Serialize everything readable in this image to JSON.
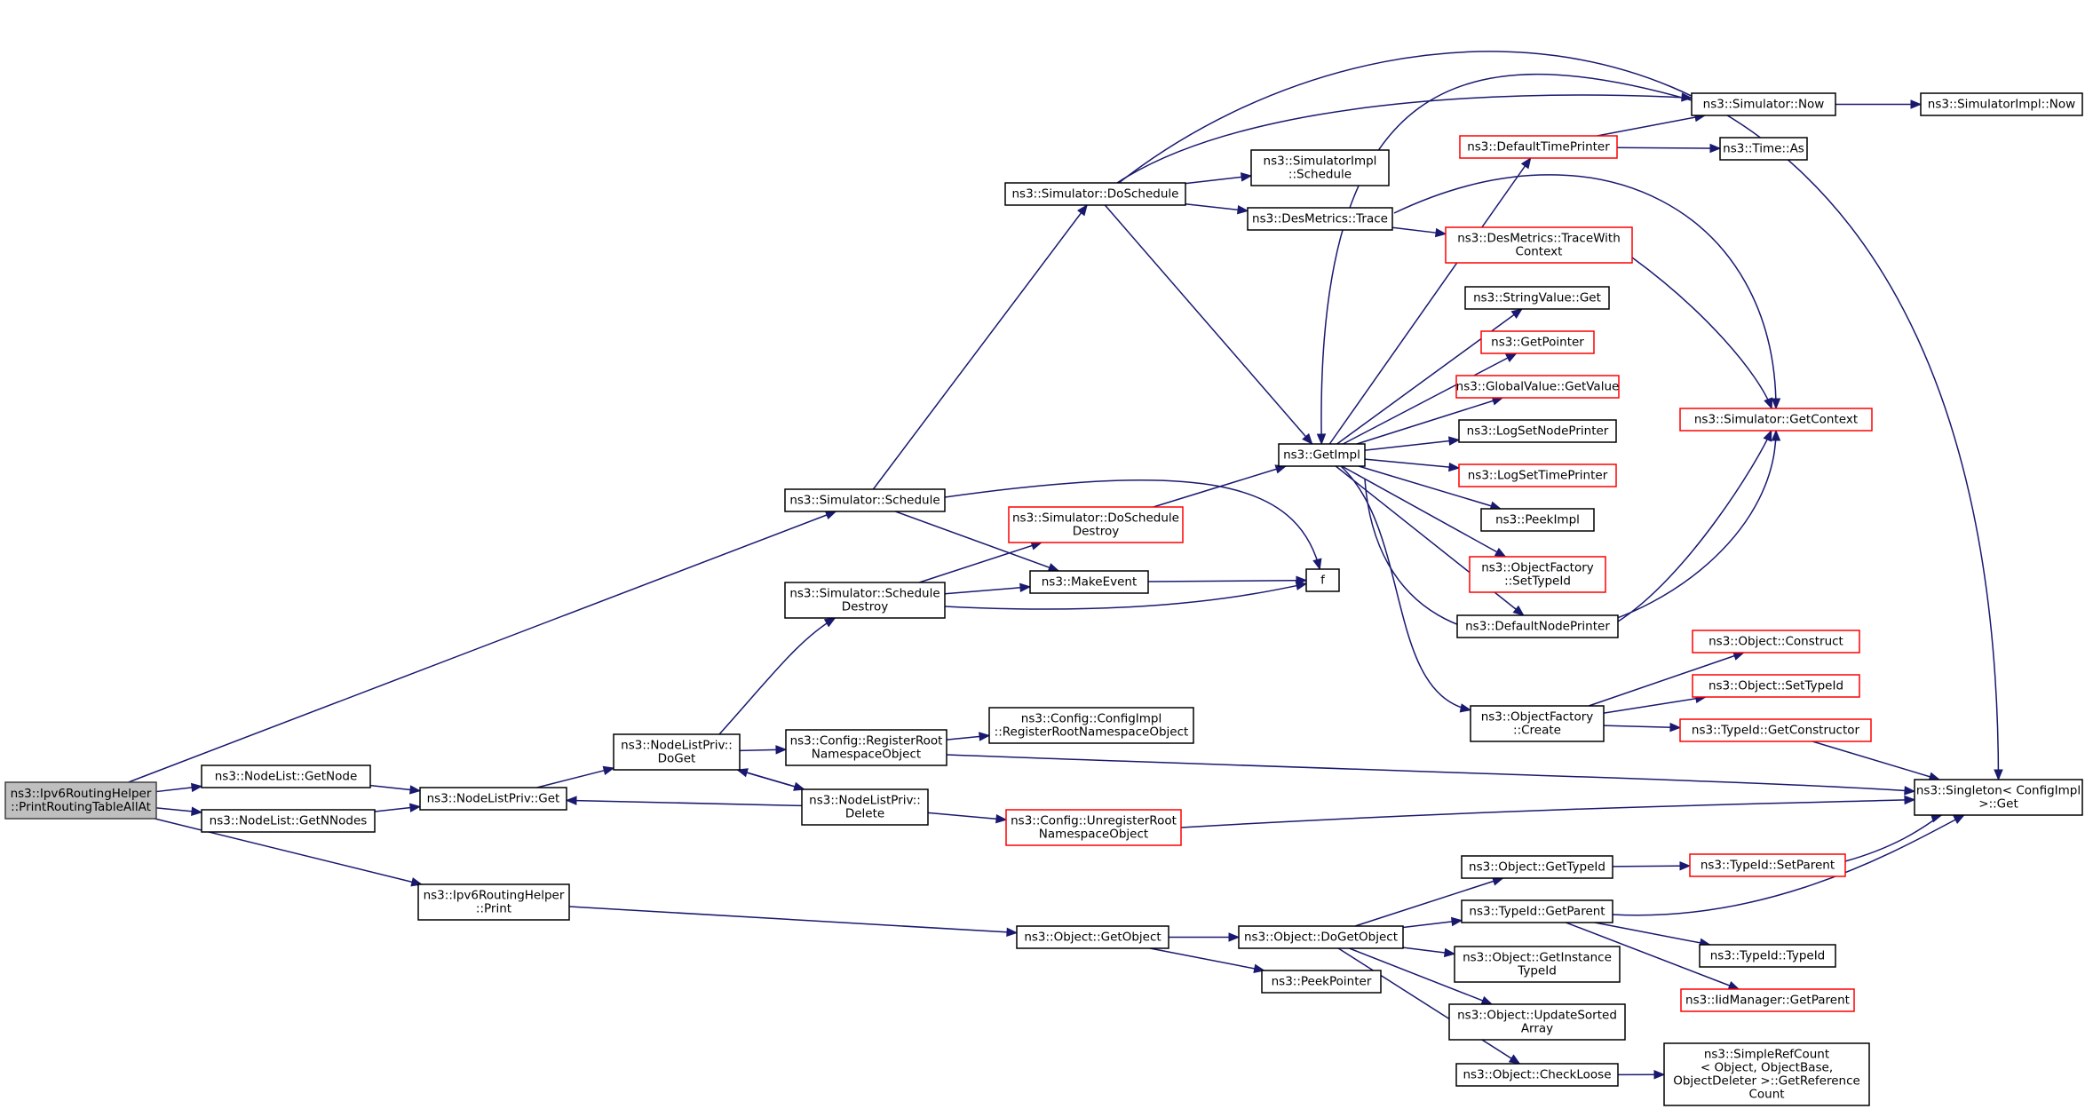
{
  "graph": {
    "title": "",
    "nodes": [
      {
        "id": "root",
        "lines": [
          "ns3::Ipv6RoutingHelper",
          "::PrintRoutingTableAllAt"
        ],
        "root": true
      },
      {
        "id": "getnode",
        "lines": [
          "ns3::NodeList::GetNode"
        ]
      },
      {
        "id": "getnnodes",
        "lines": [
          "ns3::NodeList::GetNNodes"
        ]
      },
      {
        "id": "nlget",
        "lines": [
          "ns3::NodeListPriv::Get"
        ]
      },
      {
        "id": "doget",
        "lines": [
          "ns3::NodeListPriv::",
          "DoGet"
        ]
      },
      {
        "id": "nldelete",
        "lines": [
          "ns3::NodeListPriv::",
          "Delete"
        ]
      },
      {
        "id": "regroot",
        "lines": [
          "ns3::Config::RegisterRoot",
          "NamespaceObject"
        ]
      },
      {
        "id": "configimpl",
        "lines": [
          "ns3::Config::ConfigImpl",
          "::RegisterRootNamespaceObject"
        ]
      },
      {
        "id": "unregroot",
        "lines": [
          "ns3::Config::UnregisterRoot",
          "NamespaceObject"
        ],
        "truncated": true
      },
      {
        "id": "print",
        "lines": [
          "ns3::Ipv6RoutingHelper",
          "::Print"
        ]
      },
      {
        "id": "schedule",
        "lines": [
          "ns3::Simulator::Schedule"
        ]
      },
      {
        "id": "schedDestroy",
        "lines": [
          "ns3::Simulator::Schedule",
          "Destroy"
        ]
      },
      {
        "id": "doSchedule",
        "lines": [
          "ns3::Simulator::DoSchedule"
        ]
      },
      {
        "id": "doSchedDestroy",
        "lines": [
          "ns3::Simulator::DoSchedule",
          "Destroy"
        ],
        "truncated": true
      },
      {
        "id": "makeEvent",
        "lines": [
          "ns3::MakeEvent"
        ]
      },
      {
        "id": "f",
        "lines": [
          "f"
        ]
      },
      {
        "id": "simImplSchedule",
        "lines": [
          "ns3::SimulatorImpl",
          "::Schedule"
        ]
      },
      {
        "id": "desTrace",
        "lines": [
          "ns3::DesMetrics::Trace"
        ]
      },
      {
        "id": "getImpl",
        "lines": [
          "ns3::GetImpl"
        ]
      },
      {
        "id": "simNow",
        "lines": [
          "ns3::Simulator::Now"
        ]
      },
      {
        "id": "simImplNow",
        "lines": [
          "ns3::SimulatorImpl::Now"
        ]
      },
      {
        "id": "defTimePrinter",
        "lines": [
          "ns3::DefaultTimePrinter"
        ],
        "truncated": true
      },
      {
        "id": "timeAs",
        "lines": [
          "ns3::Time::As"
        ]
      },
      {
        "id": "traceWithCtx",
        "lines": [
          "ns3::DesMetrics::TraceWith",
          "Context"
        ],
        "truncated": true
      },
      {
        "id": "strValGet",
        "lines": [
          "ns3::StringValue::Get"
        ]
      },
      {
        "id": "getPointer",
        "lines": [
          "ns3::GetPointer"
        ],
        "truncated": true
      },
      {
        "id": "globalVal",
        "lines": [
          "ns3::GlobalValue::GetValue"
        ],
        "truncated": true
      },
      {
        "id": "logSetNode",
        "lines": [
          "ns3::LogSetNodePrinter"
        ]
      },
      {
        "id": "logSetTime",
        "lines": [
          "ns3::LogSetTimePrinter"
        ],
        "truncated": true
      },
      {
        "id": "peekImpl",
        "lines": [
          "ns3::PeekImpl"
        ]
      },
      {
        "id": "ofSetTypeId",
        "lines": [
          "ns3::ObjectFactory",
          "::SetTypeId"
        ],
        "truncated": true
      },
      {
        "id": "defNodePrinter",
        "lines": [
          "ns3::DefaultNodePrinter"
        ]
      },
      {
        "id": "ofCreate",
        "lines": [
          "ns3::ObjectFactory",
          "::Create"
        ]
      },
      {
        "id": "simGetCtx",
        "lines": [
          "ns3::Simulator::GetContext"
        ],
        "truncated": true
      },
      {
        "id": "objConstruct",
        "lines": [
          "ns3::Object::Construct"
        ],
        "truncated": true
      },
      {
        "id": "objSetTypeId",
        "lines": [
          "ns3::Object::SetTypeId"
        ],
        "truncated": true
      },
      {
        "id": "typeGetCtor",
        "lines": [
          "ns3::TypeId::GetConstructor"
        ],
        "truncated": true
      },
      {
        "id": "singleton",
        "lines": [
          "ns3::Singleton< ConfigImpl",
          ">::Get"
        ]
      },
      {
        "id": "objGetObject",
        "lines": [
          "ns3::Object::GetObject"
        ]
      },
      {
        "id": "objDoGetObject",
        "lines": [
          "ns3::Object::DoGetObject"
        ]
      },
      {
        "id": "peekPointer",
        "lines": [
          "ns3::PeekPointer"
        ]
      },
      {
        "id": "objGetTypeId",
        "lines": [
          "ns3::Object::GetTypeId"
        ]
      },
      {
        "id": "typeSetParent",
        "lines": [
          "ns3::TypeId::SetParent"
        ],
        "truncated": true
      },
      {
        "id": "typeGetParent",
        "lines": [
          "ns3::TypeId::GetParent"
        ]
      },
      {
        "id": "typeTypeId",
        "lines": [
          "ns3::TypeId::TypeId"
        ]
      },
      {
        "id": "iidGetParent",
        "lines": [
          "ns3::IidManager::GetParent"
        ],
        "truncated": true
      },
      {
        "id": "objGetInstTypeId",
        "lines": [
          "ns3::Object::GetInstance",
          "TypeId"
        ]
      },
      {
        "id": "objUpdateSorted",
        "lines": [
          "ns3::Object::UpdateSorted",
          "Array"
        ]
      },
      {
        "id": "objCheckLoose",
        "lines": [
          "ns3::Object::CheckLoose"
        ]
      },
      {
        "id": "simpleRefCount",
        "lines": [
          "ns3::SimpleRefCount",
          "< Object, ObjectBase,",
          "ObjectDeleter >::GetReference",
          "Count"
        ]
      }
    ],
    "edges": [
      [
        "root",
        "schedule"
      ],
      [
        "root",
        "getnode"
      ],
      [
        "root",
        "getnnodes"
      ],
      [
        "root",
        "print"
      ],
      [
        "getnode",
        "nlget"
      ],
      [
        "getnnodes",
        "nlget"
      ],
      [
        "nlget",
        "doget"
      ],
      [
        "doget",
        "schedDestroy"
      ],
      [
        "doget",
        "regroot"
      ],
      [
        "doget",
        "nldelete"
      ],
      [
        "nldelete",
        "doget"
      ],
      [
        "nldelete",
        "nlget"
      ],
      [
        "nldelete",
        "unregroot"
      ],
      [
        "regroot",
        "configimpl"
      ],
      [
        "regroot",
        "singleton"
      ],
      [
        "unregroot",
        "singleton"
      ],
      [
        "schedule",
        "doSchedule"
      ],
      [
        "schedule",
        "makeEvent"
      ],
      [
        "schedule",
        "f"
      ],
      [
        "schedDestroy",
        "doSchedDestroy"
      ],
      [
        "schedDestroy",
        "makeEvent"
      ],
      [
        "schedDestroy",
        "f"
      ],
      [
        "makeEvent",
        "f"
      ],
      [
        "doSchedDestroy",
        "getImpl"
      ],
      [
        "doSchedule",
        "simImplSchedule"
      ],
      [
        "doSchedule",
        "desTrace"
      ],
      [
        "doSchedule",
        "getImpl"
      ],
      [
        "doSchedule",
        "simNow"
      ],
      [
        "doSchedule",
        "singleton"
      ],
      [
        "desTrace",
        "traceWithCtx"
      ],
      [
        "desTrace",
        "simGetCtx"
      ],
      [
        "traceWithCtx",
        "simGetCtx"
      ],
      [
        "simNow",
        "getImpl"
      ],
      [
        "simNow",
        "simImplNow"
      ],
      [
        "defTimePrinter",
        "simNow"
      ],
      [
        "defTimePrinter",
        "timeAs"
      ],
      [
        "getImpl",
        "defTimePrinter"
      ],
      [
        "getImpl",
        "strValGet"
      ],
      [
        "getImpl",
        "getPointer"
      ],
      [
        "getImpl",
        "globalVal"
      ],
      [
        "getImpl",
        "logSetNode"
      ],
      [
        "getImpl",
        "logSetTime"
      ],
      [
        "getImpl",
        "peekImpl"
      ],
      [
        "getImpl",
        "ofSetTypeId"
      ],
      [
        "getImpl",
        "defNodePrinter"
      ],
      [
        "getImpl",
        "ofCreate"
      ],
      [
        "getImpl",
        "simGetCtx"
      ],
      [
        "defNodePrinter",
        "simGetCtx"
      ],
      [
        "ofCreate",
        "objConstruct"
      ],
      [
        "ofCreate",
        "objSetTypeId"
      ],
      [
        "ofCreate",
        "typeGetCtor"
      ],
      [
        "typeGetCtor",
        "singleton"
      ],
      [
        "print",
        "objGetObject"
      ],
      [
        "objGetObject",
        "objDoGetObject"
      ],
      [
        "objGetObject",
        "peekPointer"
      ],
      [
        "objDoGetObject",
        "objGetTypeId"
      ],
      [
        "objDoGetObject",
        "typeGetParent"
      ],
      [
        "objDoGetObject",
        "objGetInstTypeId"
      ],
      [
        "objDoGetObject",
        "objUpdateSorted"
      ],
      [
        "objDoGetObject",
        "objCheckLoose"
      ],
      [
        "objGetTypeId",
        "typeSetParent"
      ],
      [
        "typeSetParent",
        "singleton"
      ],
      [
        "typeGetParent",
        "singleton"
      ],
      [
        "typeGetParent",
        "typeTypeId"
      ],
      [
        "typeGetParent",
        "iidGetParent"
      ],
      [
        "objCheckLoose",
        "simpleRefCount"
      ]
    ]
  },
  "colors": {
    "edge": "#191970",
    "node_border": "#000000",
    "truncated_border": "#ff0000",
    "root_fill": "#bfbfbf",
    "root_border": "#404040",
    "background": "#ffffff"
  }
}
